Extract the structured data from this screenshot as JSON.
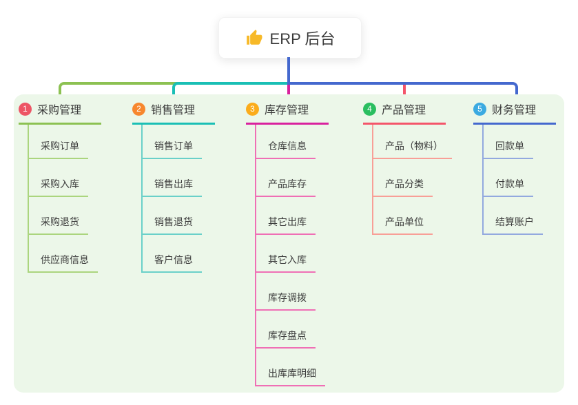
{
  "root": {
    "title": "ERP 后台",
    "icon": "thumbs-up",
    "icon_color": "#F7B928",
    "stem_color": "#4468CE"
  },
  "panel": {
    "background": "#ECF7E9"
  },
  "branches": [
    {
      "index": "1",
      "label": "采购管理",
      "badge_color": "#ED5565",
      "line_color": "#8CC152",
      "light_color": "#ABD57E",
      "children": [
        "采购订单",
        "采购入库",
        "采购退货",
        "供应商信息"
      ]
    },
    {
      "index": "2",
      "label": "销售管理",
      "badge_color": "#F7872E",
      "line_color": "#1ABFB5",
      "light_color": "#6AD0C9",
      "children": [
        "销售订单",
        "销售出库",
        "销售退货",
        "客户信息"
      ]
    },
    {
      "index": "3",
      "label": "库存管理",
      "badge_color": "#FBAC1B",
      "line_color": "#D9219E",
      "light_color": "#EF6FB5",
      "children": [
        "仓库信息",
        "产品库存",
        "其它出库",
        "其它入库",
        "库存调拨",
        "库存盘点",
        "出库库明细"
      ]
    },
    {
      "index": "4",
      "label": "产品管理",
      "badge_color": "#2ABE60",
      "line_color": "#F4556A",
      "light_color": "#F89F97",
      "children": [
        "产品（物料）",
        "产品分类",
        "产品单位"
      ]
    },
    {
      "index": "5",
      "label": "财务管理",
      "badge_color": "#3BAAE1",
      "line_color": "#4468CE",
      "light_color": "#93A9DF",
      "children": [
        "回款单",
        "付款单",
        "结算账户"
      ]
    }
  ]
}
